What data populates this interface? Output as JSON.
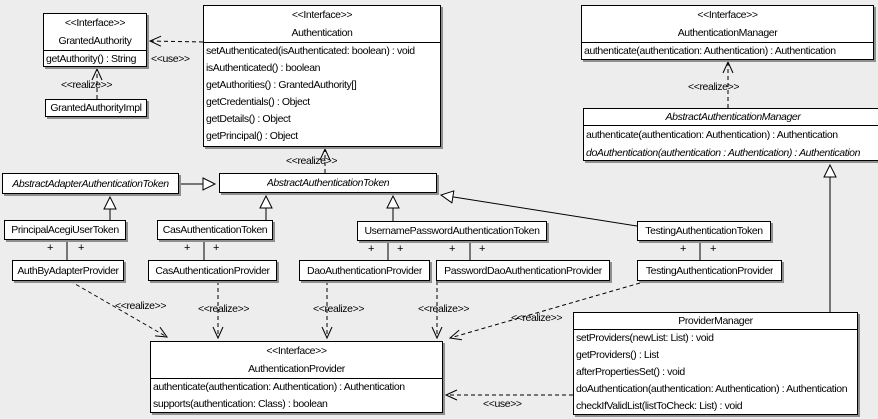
{
  "colors": {
    "background": "#ededed",
    "box_fill": "#ffffff",
    "box_border": "#000000",
    "box_shadow": "#8f8f8f"
  },
  "edge_labels": {
    "use": "<<use>>",
    "realize": "<<realize>>"
  },
  "marks": {
    "plus": "+"
  },
  "classes": {
    "granted_authority": {
      "stereotype": "<<Interface>>",
      "name": "GrantedAuthority",
      "methods": [
        "getAuthority() : String"
      ]
    },
    "granted_authority_impl": {
      "name": "GrantedAuthorityImpl"
    },
    "authentication": {
      "stereotype": "<<Interface>>",
      "name": "Authentication",
      "methods": [
        "setAuthenticated(isAuthenticated: boolean) : void",
        "isAuthenticated() : boolean",
        "getAuthorities() : GrantedAuthority[]",
        "getCredentials() : Object",
        "getDetails() : Object",
        "getPrincipal() : Object"
      ]
    },
    "authentication_manager": {
      "stereotype": "<<Interface>>",
      "name": "AuthenticationManager",
      "methods": [
        "authenticate(authentication: Authentication) : Authentication"
      ]
    },
    "abstract_authentication_manager": {
      "name": "AbstractAuthenticationManager",
      "methods": [
        "authenticate(authentication: Authentication) : Authentication",
        "doAuthentication(authentication : Authentication) : Authentication"
      ]
    },
    "abstract_adapter_authentication_token": {
      "name": "AbstractAdapterAuthenticationToken"
    },
    "abstract_authentication_token": {
      "name": "AbstractAuthenticationToken"
    },
    "principal_acegi_user_token": {
      "name": "PrincipalAcegiUserToken"
    },
    "cas_authentication_token": {
      "name": "CasAuthenticationToken"
    },
    "username_password_authentication_token": {
      "name": "UsernamePasswordAuthenticationToken"
    },
    "testing_authentication_token": {
      "name": "TestingAuthenticationToken"
    },
    "auth_by_adapter_provider": {
      "name": "AuthByAdapterProvider"
    },
    "cas_authentication_provider": {
      "name": "CasAuthenticationProvider"
    },
    "dao_authentication_provider": {
      "name": "DaoAuthenticationProvider"
    },
    "password_dao_authentication_provider": {
      "name": "PasswordDaoAuthenticationProvider"
    },
    "testing_authentication_provider": {
      "name": "TestingAuthenticationProvider"
    },
    "authentication_provider": {
      "stereotype": "<<Interface>>",
      "name": "AuthenticationProvider",
      "methods": [
        "authenticate(authentication: Authentication) : Authentication",
        "supports(authentication: Class) : boolean"
      ]
    },
    "provider_manager": {
      "name": "ProviderManager",
      "methods": [
        "setProviders(newList: List) : void",
        "getProviders() : List",
        "afterPropertiesSet() : void",
        "doAuthentication(authentication: Authentication) : Authentication",
        "checkIfValidList(listToCheck: List) : void"
      ]
    }
  }
}
